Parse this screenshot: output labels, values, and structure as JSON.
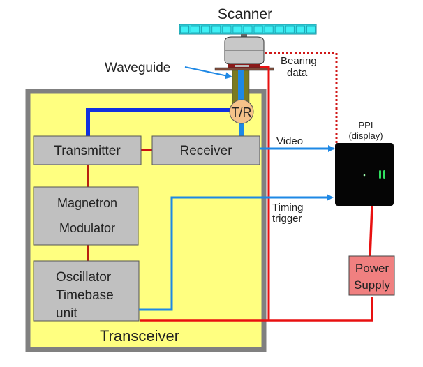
{
  "title": "Scanner",
  "labels": {
    "waveguide": "Waveguide",
    "bearing_line1": "Bearing",
    "bearing_line2": "data",
    "video": "Video",
    "timing_line1": "Timing",
    "timing_line2": "trigger",
    "ppi_line1": "PPI",
    "ppi_line2": "(display)",
    "tr": "T/R",
    "transceiver": "Transceiver"
  },
  "blocks": {
    "transmitter": "Transmitter",
    "receiver": "Receiver",
    "magnetron_line1": "Magnetron",
    "magnetron_line2": "Modulator",
    "oscillator_line1": "Oscillator",
    "oscillator_line2": "Timebase",
    "oscillator_line3": "unit",
    "power_line1": "Power",
    "power_line2": "Supply"
  },
  "colors": {
    "transceiver_fill": "#ffff80",
    "transceiver_border": "#808080",
    "block_fill": "#c0c0c0",
    "scanner_fill": "#33e0e8",
    "tr_fill": "#f5c28a",
    "power_fill": "#f08080",
    "power_line": "#e81010",
    "signal_line": "#1e88e5",
    "waveguide_line": "#1030e0",
    "display_fill": "#050505",
    "blip": "#30e060"
  }
}
